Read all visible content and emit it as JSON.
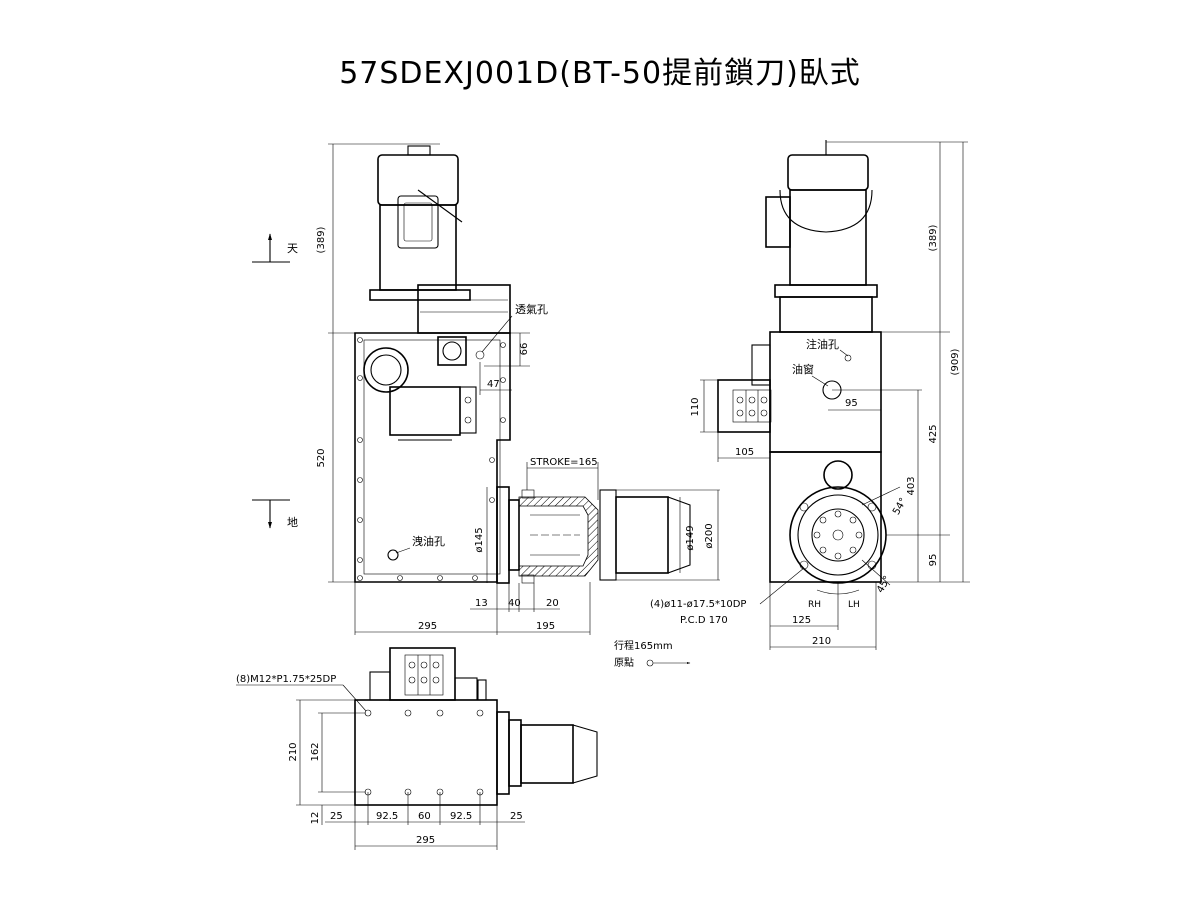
{
  "title": "57SDEXJ001D(BT-50提前鎖刀)臥式",
  "labels": {
    "sky": "天",
    "ground": "地",
    "vent_hole": "透氣孔",
    "drain_hole": "洩油孔",
    "oil_fill_hole": "注油孔",
    "oil_window": "油窗",
    "stroke": "STROKE=165",
    "travel": "行程165mm",
    "origin": "原點",
    "holes_spec": "(4)ø11-ø17.5*10DP",
    "pcd": "P.C.D  170",
    "tap_spec": "(8)M12*P1.75*25DP",
    "rh": "RH",
    "lh": "LH"
  },
  "dimensions": {
    "left_389": "(389)",
    "left_520": "520",
    "d66": "66",
    "d47": "47",
    "d145": "ø145",
    "d149": "ø149",
    "d200": "ø200",
    "d13": "13",
    "d40": "40",
    "d20": "20",
    "d295": "295",
    "d195": "195",
    "r389": "(389)",
    "r909": "(909)",
    "r425": "425",
    "r403": "403",
    "r95v": "95",
    "r95h": "95",
    "r110": "110",
    "r105": "105",
    "r125": "125",
    "r210": "210",
    "a54": "54°",
    "a45": "45°",
    "b210": "210",
    "b162": "162",
    "b12": "12",
    "b25a": "25",
    "b925a": "92.5",
    "b60": "60",
    "b925b": "92.5",
    "b25b": "25",
    "b295": "295"
  }
}
